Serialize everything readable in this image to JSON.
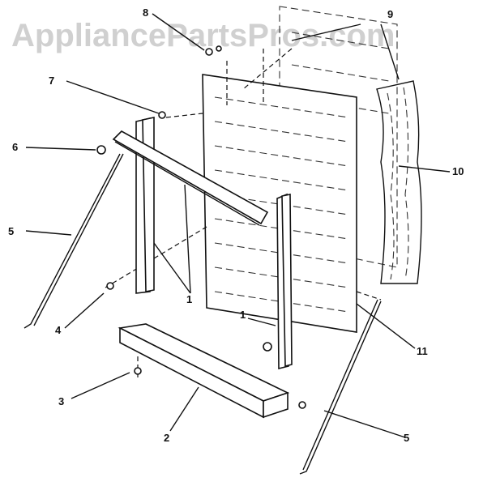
{
  "watermark": "AppliancePartsPros.com",
  "callouts": {
    "c1a": "1",
    "c1b": "1",
    "c2": "2",
    "c3": "3",
    "c4": "4",
    "c5a": "5",
    "c5b": "5",
    "c6": "6",
    "c7": "7",
    "c8": "8",
    "c9": "9",
    "c10": "10",
    "c11": "11"
  }
}
